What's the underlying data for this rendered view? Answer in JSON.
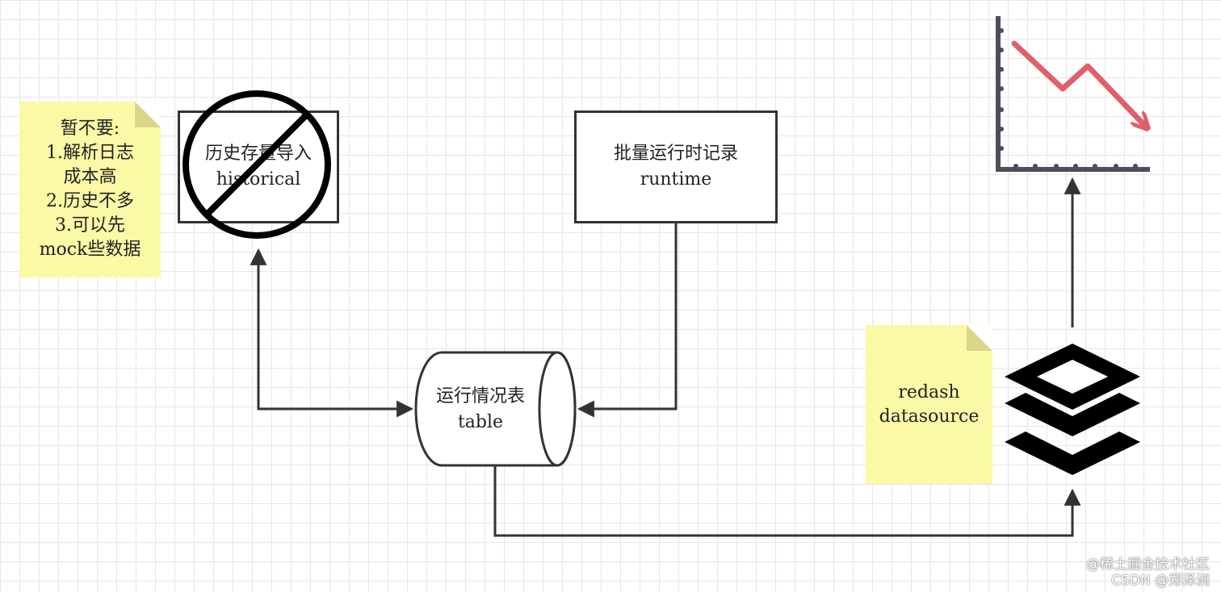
{
  "note_left": {
    "lines": [
      "暂不要:",
      "1.解析日志",
      "成本高",
      "2.历史不多",
      "3.可以先",
      "mock些数据"
    ]
  },
  "node_historical": {
    "title": "历史存量导入",
    "subtitle": "historical"
  },
  "node_runtime": {
    "title": "批量运行时记录",
    "subtitle": "runtime"
  },
  "node_table": {
    "title": "运行情况表",
    "subtitle": "table"
  },
  "note_redash": {
    "lines": [
      "redash",
      "datasource"
    ]
  },
  "icons": {
    "prohibited": "prohibited-icon",
    "layers": "layers-stack-icon",
    "chart": "declining-chart-icon"
  },
  "colors": {
    "trend_line": "#e0606a",
    "axis": "#4a4f5a",
    "note": "#fbf8a6",
    "stroke": "#333333"
  },
  "watermark": {
    "line1": "@稀土掘金技术社区",
    "line2": "CSDN @郑泽洲"
  }
}
